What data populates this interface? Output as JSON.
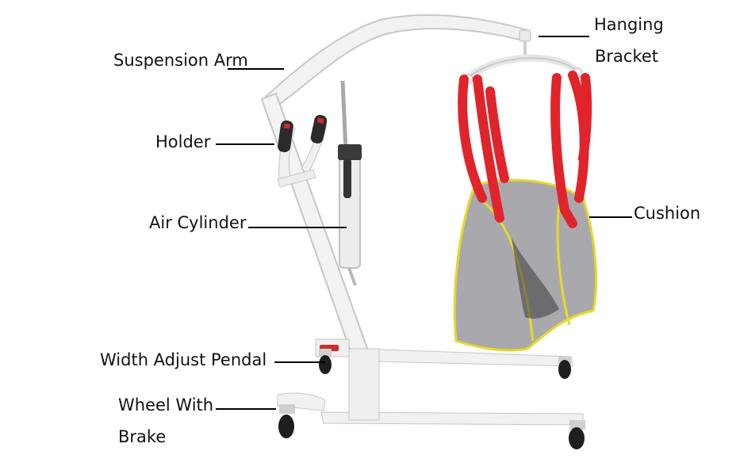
{
  "labels": {
    "suspension_arm": "Suspension Arm",
    "hanging": "Hanging",
    "bracket": "Bracket",
    "holder": "Holder",
    "air_cylinder": "Air Cylinder",
    "cushion": "Cushion",
    "width_adjust_pedal": "Width Adjust Pendal",
    "wheel_with": "Wheel With",
    "brake": "Brake"
  },
  "colors": {
    "frame": "#f1f1f1",
    "frame_edge": "#c9c9c9",
    "strap": "#e0242b",
    "sling": "#a9a9ad",
    "sling_trim": "#e8d82a",
    "grip": "#2a2a2a",
    "grip_accent": "#cc2b2b",
    "leader": "#000000"
  }
}
